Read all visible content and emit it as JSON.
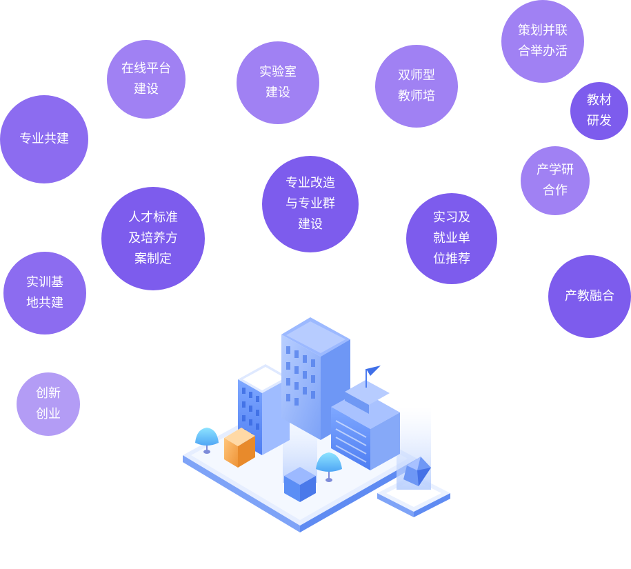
{
  "bubbles": [
    {
      "key": "zhuanye-gongjian",
      "label": "专业共建"
    },
    {
      "key": "zaixian-pingtai",
      "label": "在线平台\n建设"
    },
    {
      "key": "shiyanshi",
      "label": "实验室\n建设"
    },
    {
      "key": "shuangshixing",
      "label": "双师型\n教师培"
    },
    {
      "key": "cehua-lianhe",
      "label": "策划并联\n合举办活"
    },
    {
      "key": "jiaocai-yanfa",
      "label": "教材\n研发"
    },
    {
      "key": "chanxueyan",
      "label": "产学研\n合作"
    },
    {
      "key": "zhuanye-gaizao",
      "label": "专业改造\n与专业群\n建设"
    },
    {
      "key": "rencai-biaozhun",
      "label": "人才标准\n及培养方\n案制定"
    },
    {
      "key": "shixi-jiuye",
      "label": "实习及\n就业单\n位推荐"
    },
    {
      "key": "shixun-jidi",
      "label": "实训基\n地共建"
    },
    {
      "key": "chanjiao-ronghe",
      "label": "产教融合"
    },
    {
      "key": "chuangxin-chuangye",
      "label": "创新\n创业"
    }
  ],
  "colors": {
    "purple_dark": "#7d5ced",
    "purple": "#8c6cf0",
    "purple_light": "#a081f3",
    "purple_pale": "#b39cf5",
    "building_blue": "#5b8ef5",
    "accent_orange": "#f2a04a"
  },
  "illustration": {
    "icon": "isometric-city-buildings-icon"
  }
}
